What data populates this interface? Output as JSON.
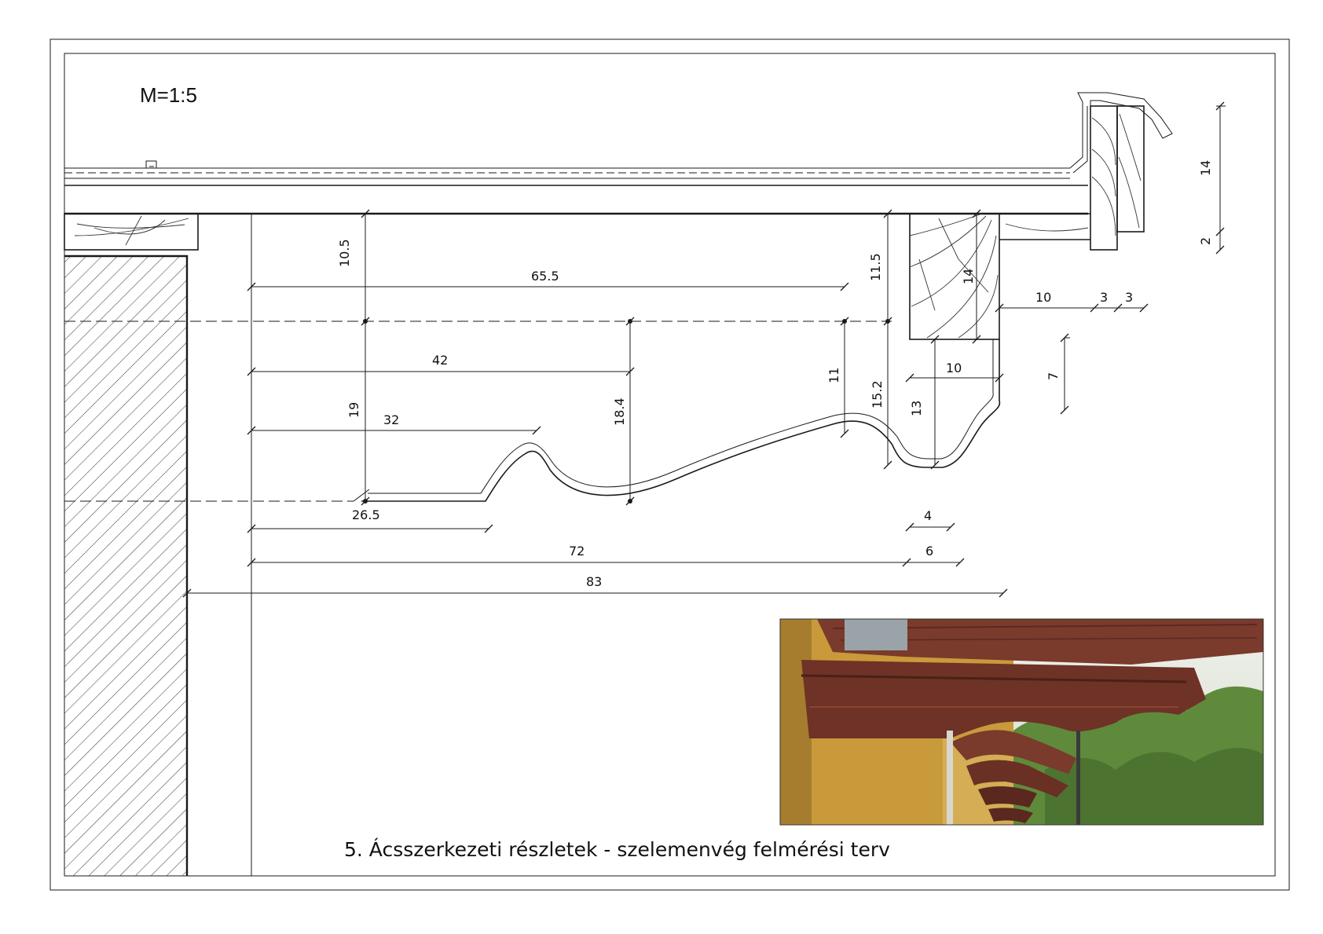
{
  "drawing": {
    "scale_label": "M=1:5",
    "caption": "5. Ácsszerkezeti részletek - szelemenvég felmérési terv",
    "photo": {
      "description_icon": "rafter-end-photo",
      "colors": {
        "wood": "#6e3226",
        "wall": "#c89a3a",
        "foliage": "#5f8a3c",
        "sky": "#e8ece6"
      }
    },
    "dimensions": {
      "d10_5": "10.5",
      "d65_5": "65.5",
      "d11_5": "11.5",
      "d14_block": "14",
      "d10_right": "10",
      "d3a": "3",
      "d3b": "3",
      "d14_top": "14",
      "d2": "2",
      "d42": "42",
      "d11": "11",
      "d15_2": "15.2",
      "d10_mid": "10",
      "d7": "7",
      "d19": "19",
      "d32": "32",
      "d18_4": "18.4",
      "d13": "13",
      "d26_5": "26.5",
      "d4": "4",
      "d72": "72",
      "d6": "6",
      "d83": "83"
    }
  }
}
